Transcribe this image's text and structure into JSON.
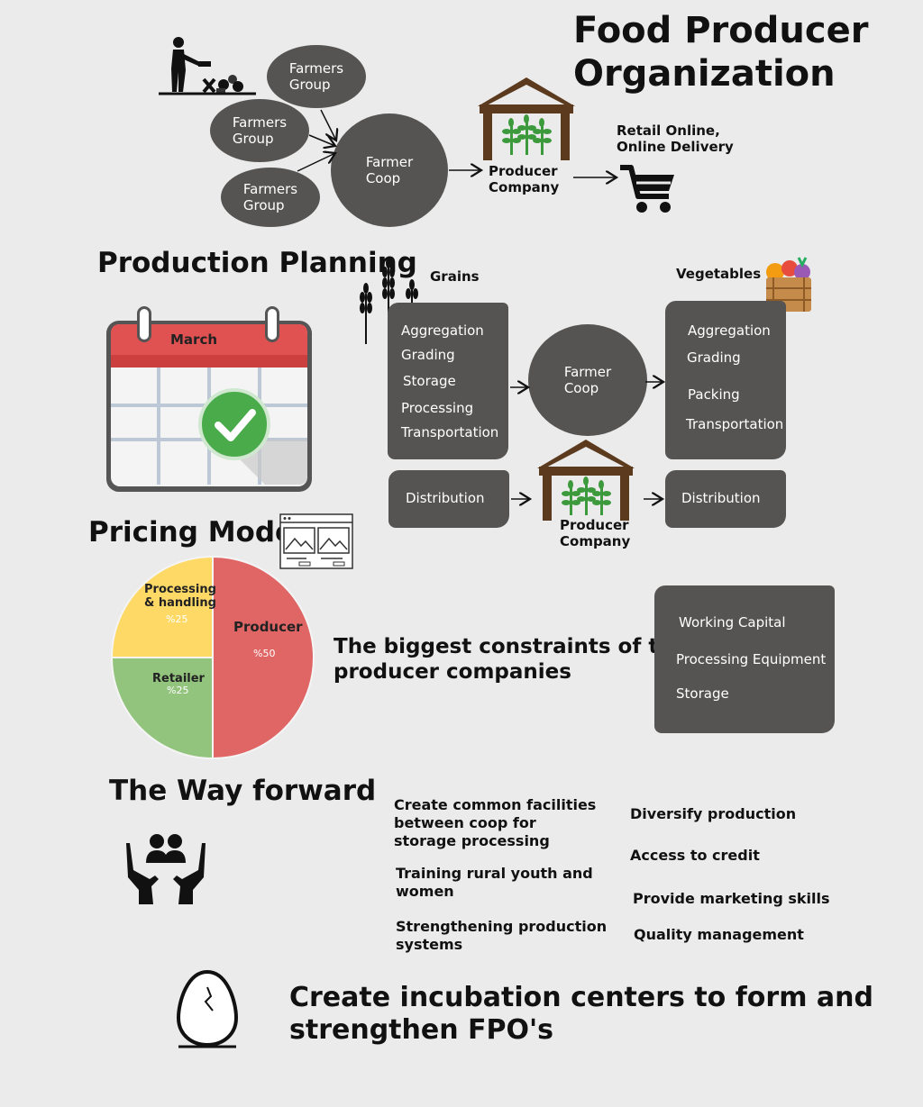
{
  "title": "Food Producer\nOrganization",
  "top_flow": {
    "farmers_group_1": "Farmers\nGroup",
    "farmers_group_2": "Farmers\nGroup",
    "farmers_group_3": "Farmers\nGroup",
    "farmer_coop": "Farmer\nCoop",
    "producer_company": "Producer\nCompany",
    "retail": "Retail Online,\nOnline Delivery"
  },
  "production_planning": {
    "heading": "Production Planning",
    "calendar_month": "March",
    "grains_label": "Grains",
    "vegetables_label": "Vegetables",
    "grains_steps": [
      "Aggregation",
      "Grading",
      "Storage",
      "Processing",
      "Transportation"
    ],
    "vegetable_steps": [
      "Aggregation",
      "Grading",
      "Packing",
      "Transportation"
    ],
    "farmer_coop": "Farmer\nCoop",
    "distribution_left": "Distribution",
    "distribution_right": "Distribution",
    "producer_company": "Producer\nCompany"
  },
  "pricing_model": {
    "heading": "Pricing Model",
    "slices": [
      {
        "label": "Producer",
        "value_label": "%50",
        "value": 50,
        "color": "#e06666"
      },
      {
        "label": "Retailer",
        "value_label": "%25",
        "value": 25,
        "color": "#93c47d"
      },
      {
        "label": "Processing\n& handling",
        "value_label": "%25",
        "value": 25,
        "color": "#ffd966"
      }
    ]
  },
  "constraints": {
    "heading": "The biggest constraints of the\nproducer companies",
    "items": [
      "Working Capital",
      "Processing Equipment",
      "Storage"
    ]
  },
  "way_forward": {
    "heading": "The Way forward",
    "left_items": [
      "Create common facilities\nbetween coop for\nstorage processing",
      "Training rural youth and\nwomen",
      "Strengthening production\nsystems"
    ],
    "right_items": [
      "Diversify production",
      "Access to credit",
      "Provide marketing skills",
      "Quality management"
    ]
  },
  "incubation": "Create incubation centers to form and\nstrengthen FPO's",
  "chart_data": {
    "type": "pie",
    "categories": [
      "Producer",
      "Retailer",
      "Processing & handling"
    ],
    "values": [
      50,
      25,
      25
    ],
    "title": "Pricing Model"
  }
}
